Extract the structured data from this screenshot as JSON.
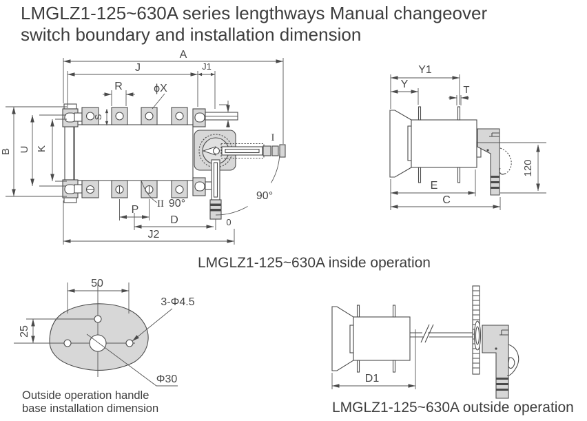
{
  "title": "LMGLZ1-125~630A series lengthways Manual changeover\nswitch boundary and installation dimension",
  "captions": {
    "inside": "LMGLZ1-125~630A inside operation",
    "handle_base": "Outside operation handle\nbase installation dimension",
    "outside": "LMGLZ1-125~630A outside operation"
  },
  "front": {
    "A": "A",
    "J": "J",
    "J1": "J1",
    "R": "R",
    "hole_dia": "ϕX",
    "S": "S",
    "B": "B",
    "U": "U",
    "K": "K",
    "pos_i": "I",
    "angle_right": "90°",
    "pos_ii": "II",
    "angle_ii": "90°",
    "pos_zero": "0",
    "P": "P",
    "D": "D",
    "J2": "J2"
  },
  "side": {
    "Y1": "Y1",
    "Y": "Y",
    "T": "T",
    "E": "E",
    "C": "C",
    "handle_height": "120"
  },
  "handle_base": {
    "hole_spacing_h": "50",
    "hole_spacing_v": "25",
    "mount_holes": "3-Φ4.5",
    "center_hole": "Φ30"
  },
  "outside": {
    "D1": "D1"
  },
  "colors": {
    "part_fill": "#d7d7d7",
    "line": "#4a4a4a",
    "text": "#474747",
    "background": "#ffffff"
  }
}
